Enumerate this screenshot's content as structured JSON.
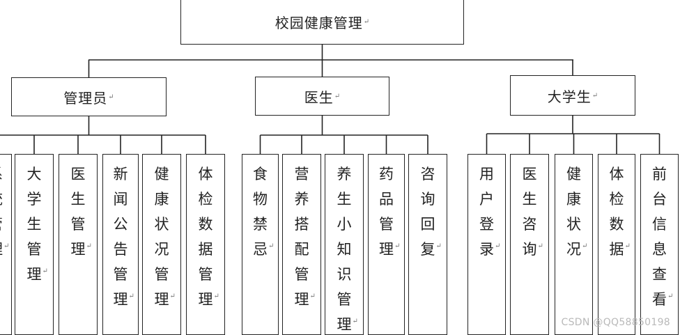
{
  "root": {
    "label": "校园健康管理"
  },
  "branches": [
    {
      "label": "管理员",
      "leaves": [
        "系统管理",
        "大学生管理",
        "医生管理",
        "新闻公告管理",
        "健康状况管理",
        "体检数据管理"
      ]
    },
    {
      "label": "医生",
      "leaves": [
        "食物禁忌",
        "营养搭配管理",
        "养生小知识管理",
        "药品管理",
        "咨询回复"
      ]
    },
    {
      "label": "大学生",
      "leaves": [
        "用户登录",
        "医生咨询",
        "健康状况",
        "体检数据",
        "前台信息查看"
      ]
    }
  ],
  "paragraph_mark": "↵",
  "watermark": "CSDN @QQ58850198"
}
